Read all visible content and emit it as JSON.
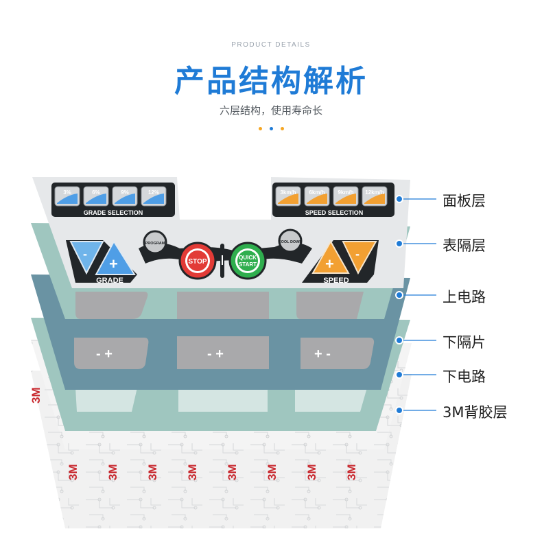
{
  "header": {
    "kicker": "PRODUCT DETAILS",
    "title": "产品结构解析",
    "subtitle": "六层结构，使用寿命长",
    "dot_colors": [
      "#f5a623",
      "#1f7bd6",
      "#f5a623"
    ]
  },
  "panel": {
    "grade_buttons": [
      "3%",
      "6%",
      "9%",
      "12%"
    ],
    "grade_selection_label": "GRADE SELECTION",
    "speed_buttons": [
      "3km/h",
      "6km/h",
      "9km/h",
      "12km/h"
    ],
    "speed_selection_label": "SPEED SELECTION",
    "program_label": "PROGRAM",
    "cool_down_label": "COOL DOWN",
    "stop_label": "STOP",
    "quick_start_line1": "QUICK",
    "quick_start_line2": "START",
    "grade_label": "GRADE",
    "speed_label": "SPEED",
    "minus_symbol": "-",
    "plus_symbol": "+"
  },
  "spacer_layer": {
    "left_keys": "-  +",
    "center_keys": "-  +",
    "right_keys": "+  -"
  },
  "adhesive_layer": {
    "marks": [
      "3M",
      "3M",
      "3M",
      "3M",
      "3M",
      "3M",
      "3M",
      "3M"
    ],
    "side_mark": "3M"
  },
  "layer_labels": [
    "面板层",
    "表隔层",
    "上电路",
    "下隔片",
    "下电路",
    "3M背胶层"
  ],
  "colors": {
    "accent_blue": "#1f7bd6",
    "panel_gray": "#e6e8ea",
    "spacer_green": "#9fc6bf",
    "circuit_blue": "#6a93a3",
    "stop_red": "#e23b36",
    "start_green": "#2fae4e",
    "speed_orange": "#f2a032",
    "grade_blue": "#4f9ee6"
  }
}
